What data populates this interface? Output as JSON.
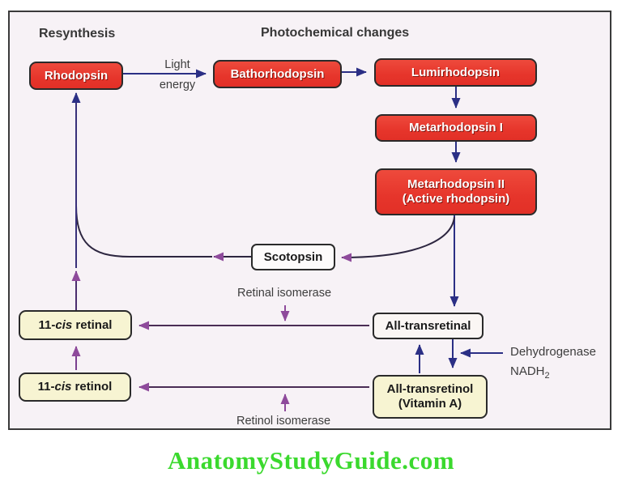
{
  "colors": {
    "red_box": "#e6352b",
    "yellow_box": "#f7f4d2",
    "white_box": "#fdfbfb",
    "panel_bg": "#f7f2f6",
    "navy_arrow": "#2b2f85",
    "purple_arrow": "#8e4a9b",
    "dark_curve": "#2d2640",
    "watermark_green": "#3bd92e"
  },
  "headings": {
    "resynthesis": "Resynthesis",
    "photochemical": "Photochemical changes"
  },
  "nodes": {
    "rhodopsin": "Rhodopsin",
    "bathorhodopsin": "Bathorhodopsin",
    "lumirhodopsin": "Lumirhodopsin",
    "metarhodopsin_i": "Metarhodopsin I",
    "metarhodopsin_ii_line1": "Metarhodopsin II",
    "metarhodopsin_ii_line2": "(Active rhodopsin)",
    "scotopsin": "Scotopsin",
    "all_transretinal": "All-transretinal",
    "all_transretinol_line1": "All-transretinol",
    "all_transretinol_line2": "(Vitamin A)",
    "cis_retinal_prefix": "11-",
    "cis_retinal_italic": "cis",
    "cis_retinal_suffix": " retinal",
    "cis_retinol_prefix": "11-",
    "cis_retinol_italic": "cis",
    "cis_retinol_suffix": " retinol"
  },
  "labels": {
    "light_energy_line1": "Light",
    "light_energy_line2": "energy",
    "retinal_isomerase": "Retinal isomerase",
    "retinol_isomerase": "Retinol isomerase",
    "dehydrogenase": "Dehydrogenase",
    "nadh_base": "NADH",
    "nadh_subscript": "2"
  },
  "watermark": {
    "text": "AnatomyStudyGuide.com"
  }
}
